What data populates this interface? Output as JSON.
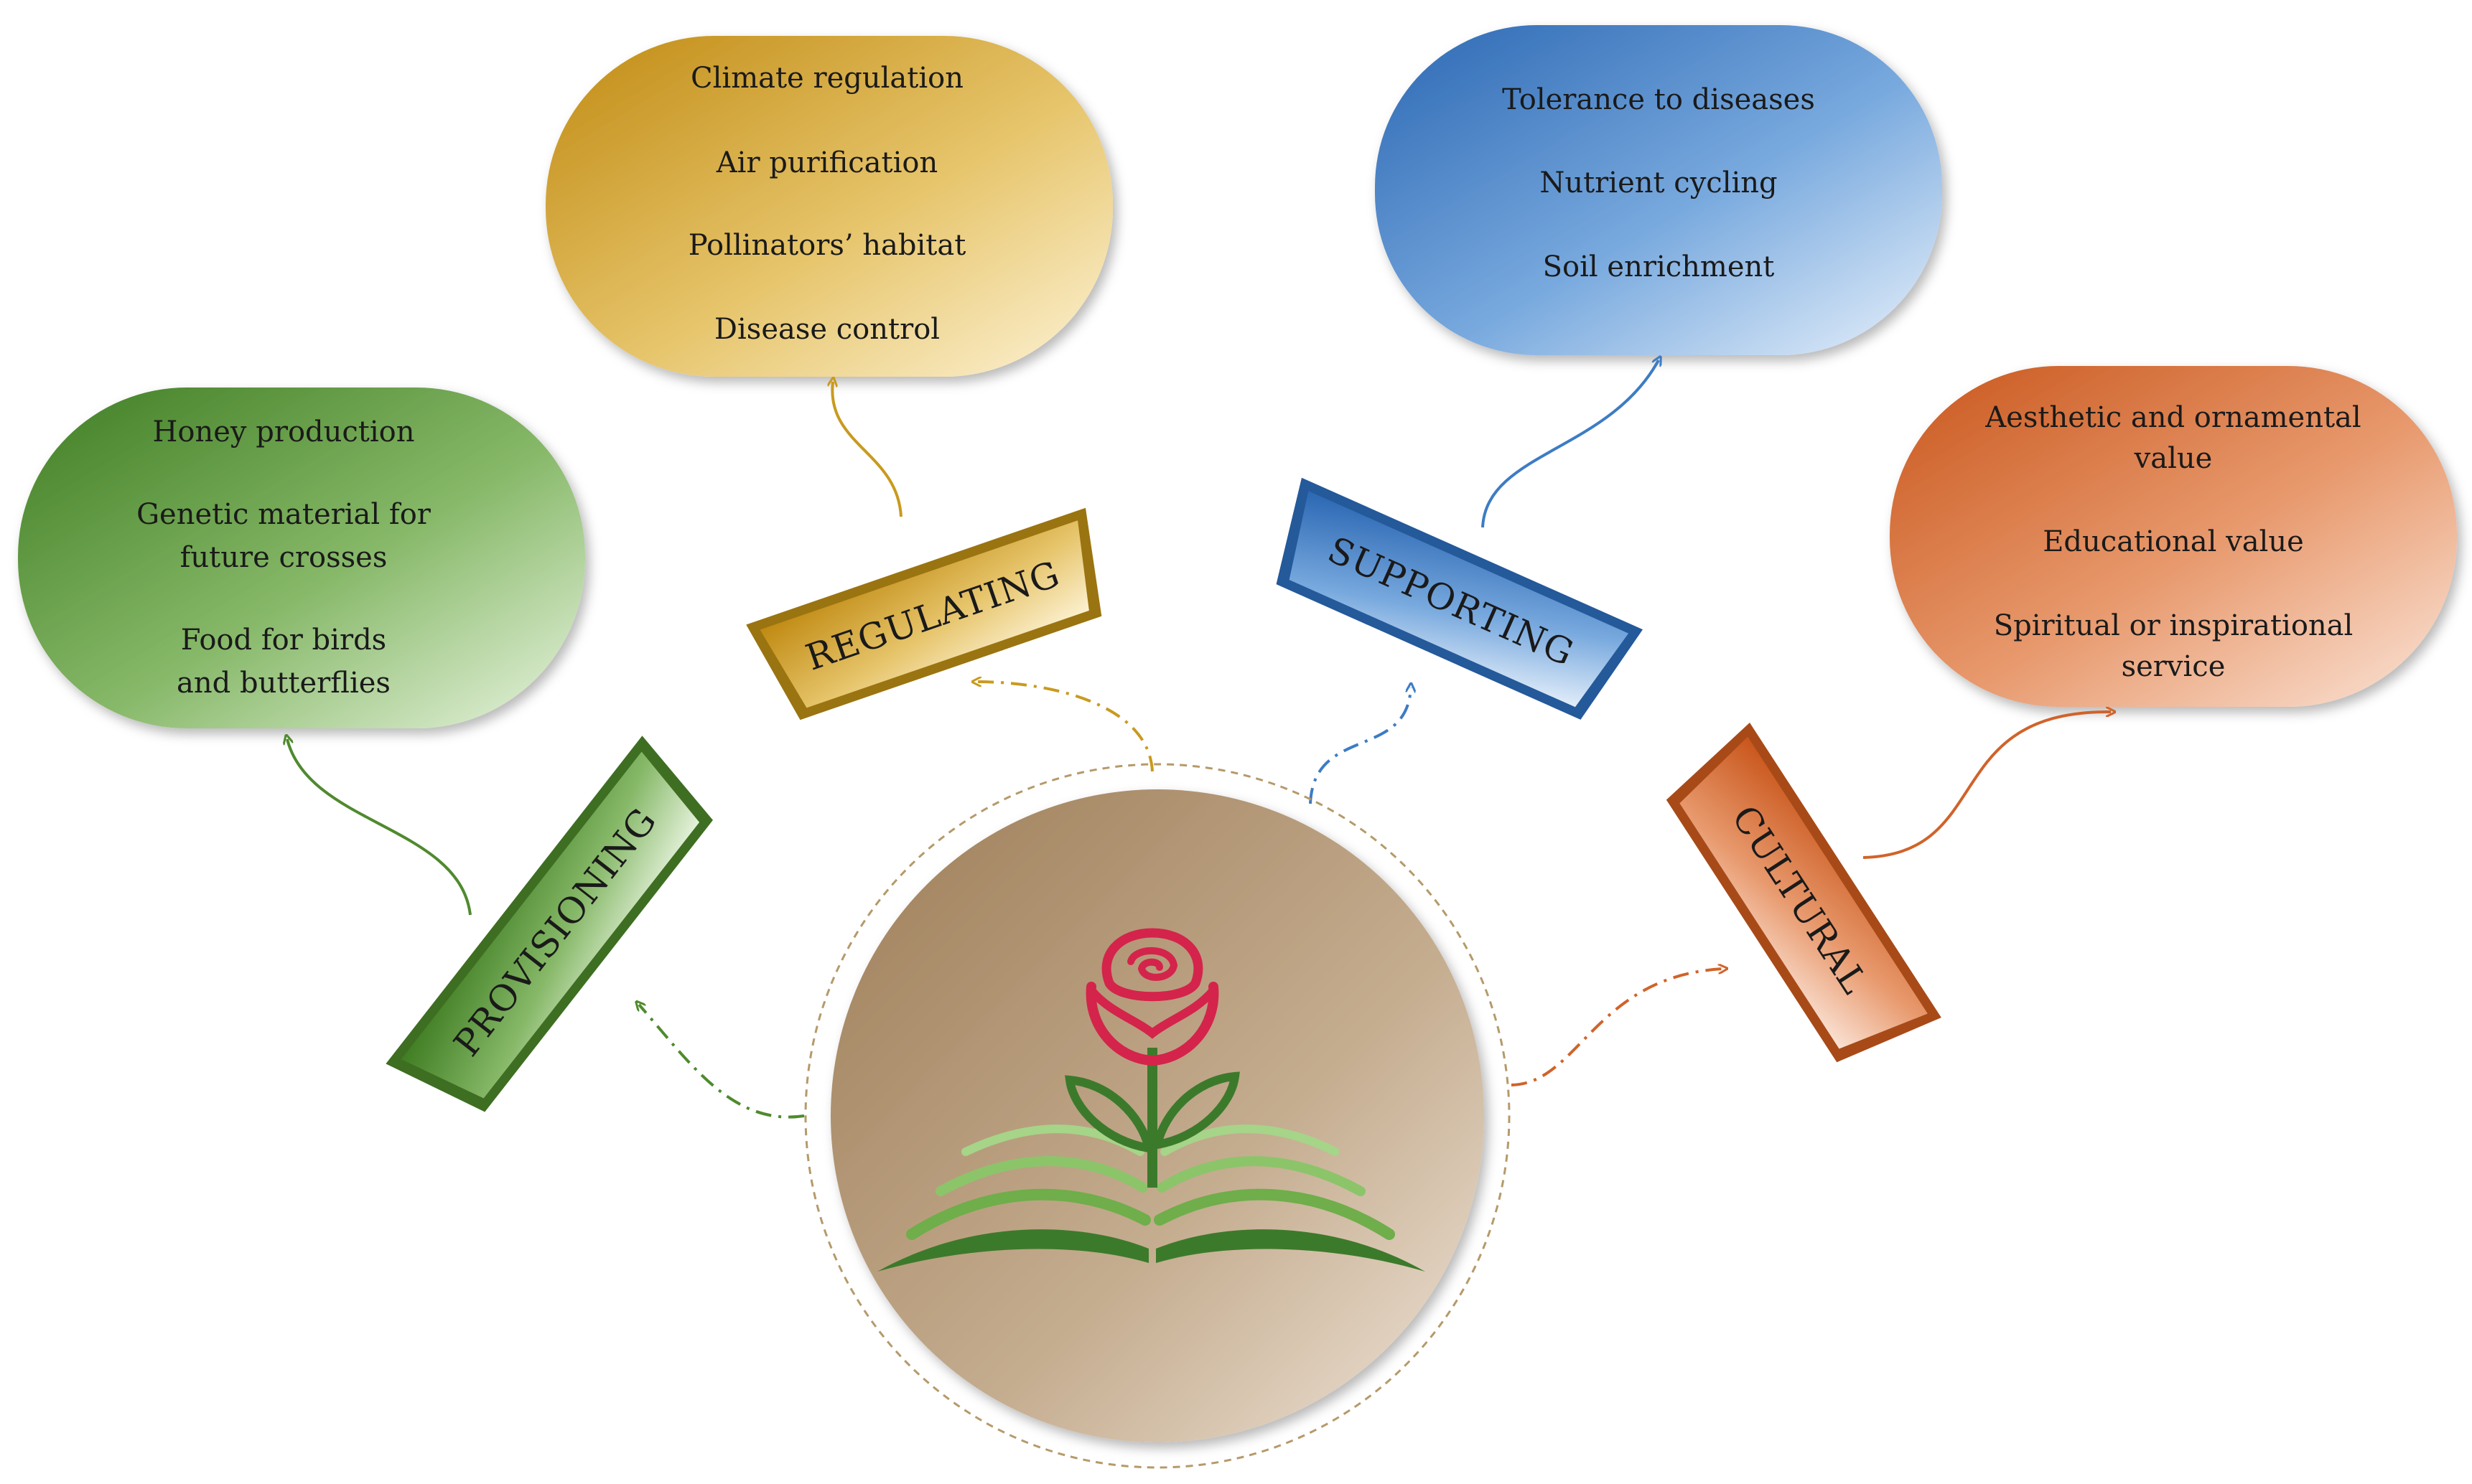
{
  "categories": {
    "provisioning": {
      "label": "PROVISIONING",
      "color": "#4f8a2e",
      "items": [
        "Honey production",
        "Genetic material for",
        "future crosses",
        "Food for birds",
        "and butterflies"
      ]
    },
    "regulating": {
      "label": "REGULATING",
      "color": "#c99a1f",
      "items": [
        "Climate regulation",
        "Air purification",
        "Pollinators’ habitat",
        "Disease control"
      ]
    },
    "supporting": {
      "label": "SUPPORTING",
      "color": "#3d7cc4",
      "items": [
        "Tolerance to diseases",
        "Nutrient cycling",
        "Soil enrichment"
      ]
    },
    "cultural": {
      "label": "CULTURAL",
      "color": "#d0632a",
      "items": [
        "Aesthetic and ornamental",
        "value",
        "Educational value",
        "Spiritual or inspirational",
        "service"
      ]
    }
  },
  "center": {
    "logo": "rose-on-open-book-icon",
    "colors": {
      "rose": "#d4244b",
      "leaf_dark": "#3c7a2b",
      "leaf_light": "#8cc46a",
      "disc": "#b39877"
    }
  }
}
